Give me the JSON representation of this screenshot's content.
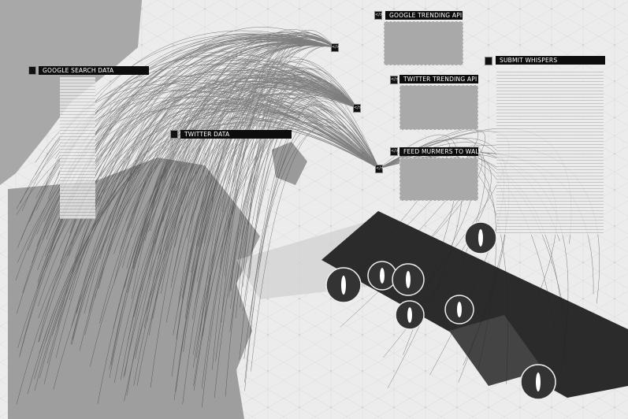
{
  "labels": {
    "google_trending_api": "GOOGLE TRENDING API",
    "google_search_data": "GOOGLE SEARCH DATA",
    "twitter_data": "TWITTER DATA",
    "twitter_trending_api": "TWITTER TRENDING API",
    "submit_whispers": "SUBMIT WHISPERS",
    "feed_murmers": "FEED MURMERS TO WALL"
  },
  "icons": {
    "code": "</>",
    "data": "table-icon"
  },
  "colors": {
    "background": "#ececec",
    "map": "#a8a8a8",
    "platform": "#2a2a2a",
    "label_bar": "#0d0d0d"
  }
}
